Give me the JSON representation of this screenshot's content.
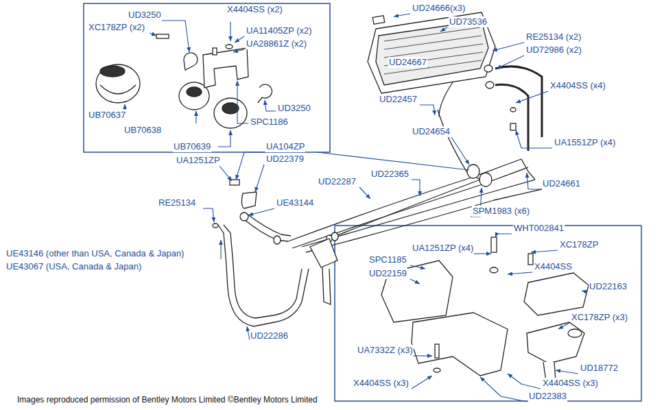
{
  "diagram": {
    "caption": "Images reproduced permission of Bentley Motors Limited ©Bentley Motors Limited",
    "labels": [
      "UD3250",
      "X4404SS (x2)",
      "XC178ZP (x2)",
      "UA11405ZP (x2)",
      "UA28861Z (x2)",
      "UB70637",
      "UD3250",
      "UB70638",
      "SPC1186",
      "UB70639",
      "UD24666(x3)",
      "UD73536",
      "RE25134 (x2)",
      "UD72986 (x2)",
      "UD24667",
      "X4404SS (x4)",
      "UD22457",
      "UD24654",
      "UA1551ZP (x4)",
      "UA1251ZP",
      "UA104ZP",
      "UD22379",
      "UD22365",
      "UD22287",
      "UD24661",
      "RE25134",
      "UE43144",
      "SPM1983 (x6)",
      "UE43146 (other than USA, Canada & Japan)",
      "UE43067 (USA, Canada & Japan)",
      "UD22286",
      "WHT002841",
      "UA1251ZP (x4)",
      "XC178ZP",
      "SPC1185",
      "X4404SS",
      "UD22159",
      "UD22163",
      "XC178ZP (x3)",
      "UA7332Z (x3)",
      "UD18772",
      "X4404SS (x3)",
      "X4404SS (x3)",
      "UD22383"
    ]
  }
}
